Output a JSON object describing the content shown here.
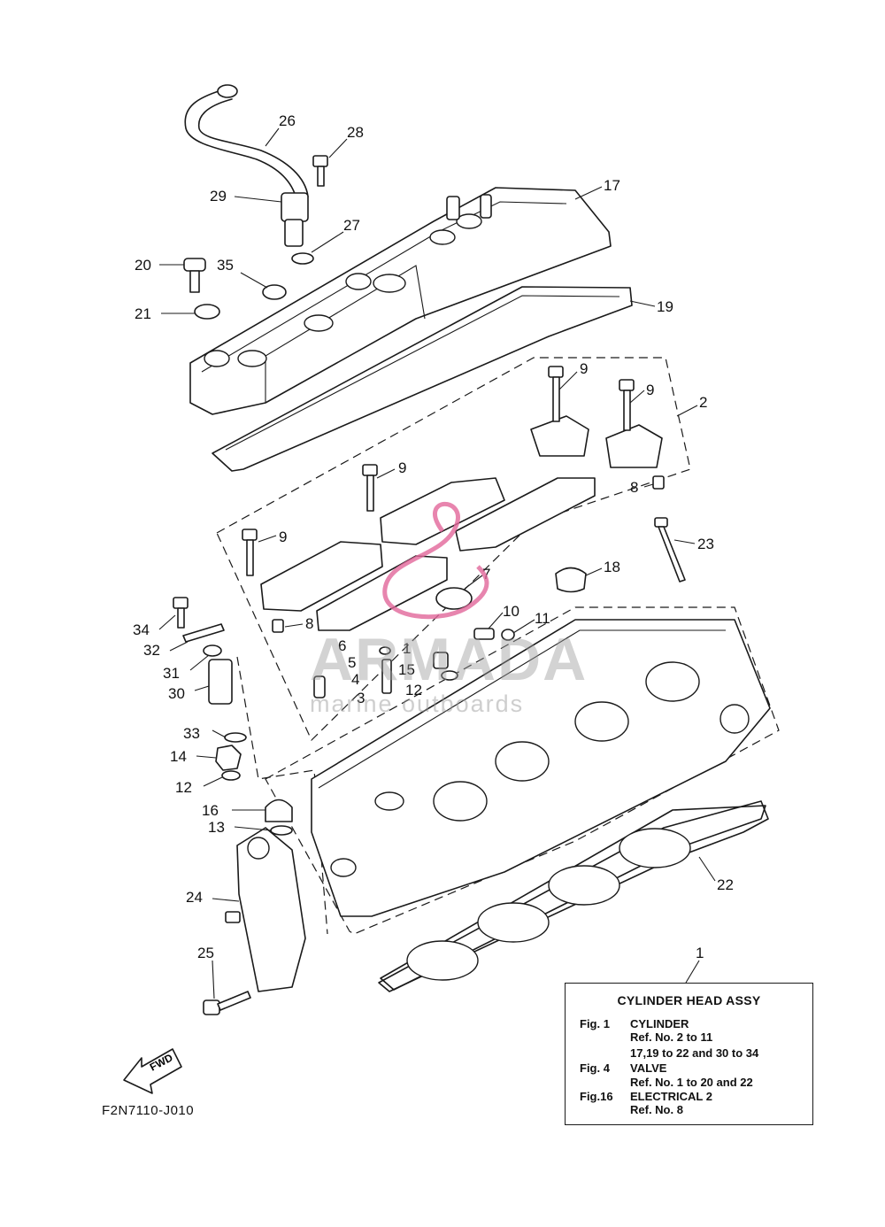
{
  "diagram_code": "F2N7110-J010",
  "fwd_label": "FWD",
  "watermark": {
    "brand": "ARMADA",
    "tagline": "marine outboards",
    "color": "#e2679a",
    "text_color": "#9a9a9a"
  },
  "legend": {
    "title": "CYLINDER HEAD ASSY",
    "lines": [
      {
        "fig": "Fig.  1",
        "text": "CYLINDER"
      },
      {
        "fig": "",
        "text": "Ref. No. 2 to 11"
      },
      {
        "fig": "",
        "text": "17,19 to 22 and 30 to 34"
      },
      {
        "fig": "Fig.  4",
        "text": "VALVE"
      },
      {
        "fig": "",
        "text": "Ref. No. 1 to 20 and 22"
      },
      {
        "fig": "Fig.16",
        "text": "ELECTRICAL 2"
      },
      {
        "fig": "",
        "text": "Ref. No. 8"
      }
    ]
  },
  "callouts": [
    "26",
    "28",
    "29",
    "27",
    "17",
    "20",
    "35",
    "21",
    "19",
    "9",
    "9",
    "2",
    "9",
    "8",
    "9",
    "23",
    "18",
    "7",
    "34",
    "8",
    "32",
    "10",
    "11",
    "6",
    "31",
    "5",
    "1",
    "15",
    "4",
    "30",
    "3",
    "12",
    "33",
    "14",
    "12",
    "16",
    "13",
    "24",
    "22",
    "1",
    "25"
  ]
}
